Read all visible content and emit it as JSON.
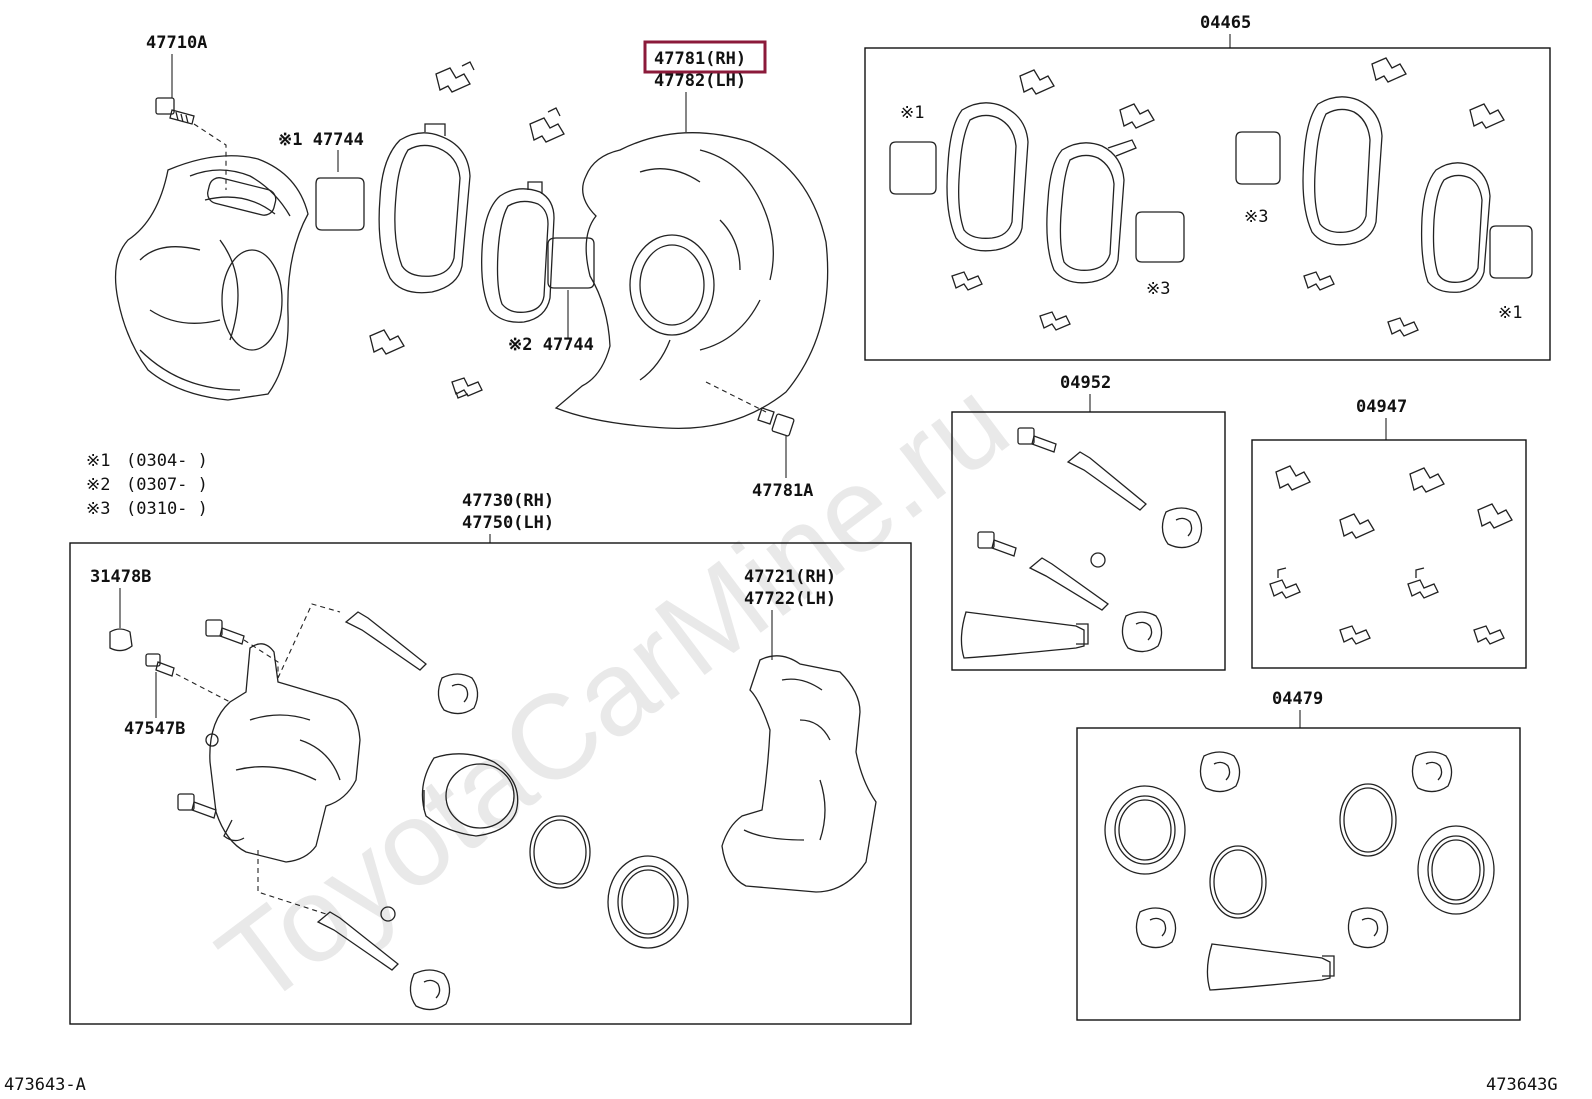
{
  "labels": {
    "p47710A": "47710A",
    "p47744_1": "※1 47744",
    "p47744_2": "※2 47744",
    "p47781_rh": "47781(RH)",
    "p47782_lh": "47782(LH)",
    "p47781A": "47781A",
    "p04465": "04465",
    "p04952": "04952",
    "p04947": "04947",
    "p04479": "04479",
    "p47730_rh": "47730(RH)",
    "p47750_lh": "47750(LH)",
    "p31478B": "31478B",
    "p47547B": "47547B",
    "p47721_rh": "47721(RH)",
    "p47722_lh": "47722(LH)",
    "mark1_box": "※1",
    "mark3_box_a": "※3",
    "mark3_box_b": "※3",
    "mark1_box_b": "※1"
  },
  "notes": [
    {
      "mark": "※1",
      "text": "(0304-      )"
    },
    {
      "mark": "※2",
      "text": "(0307-      )"
    },
    {
      "mark": "※3",
      "text": "(0310-      )"
    }
  ],
  "footer": {
    "left_code": "473643-A",
    "right_code": "473643G"
  },
  "watermark": "ToyotaCarMine.ru",
  "highlight": {
    "part": "47781(RH)",
    "color": "#8b1a3a"
  }
}
